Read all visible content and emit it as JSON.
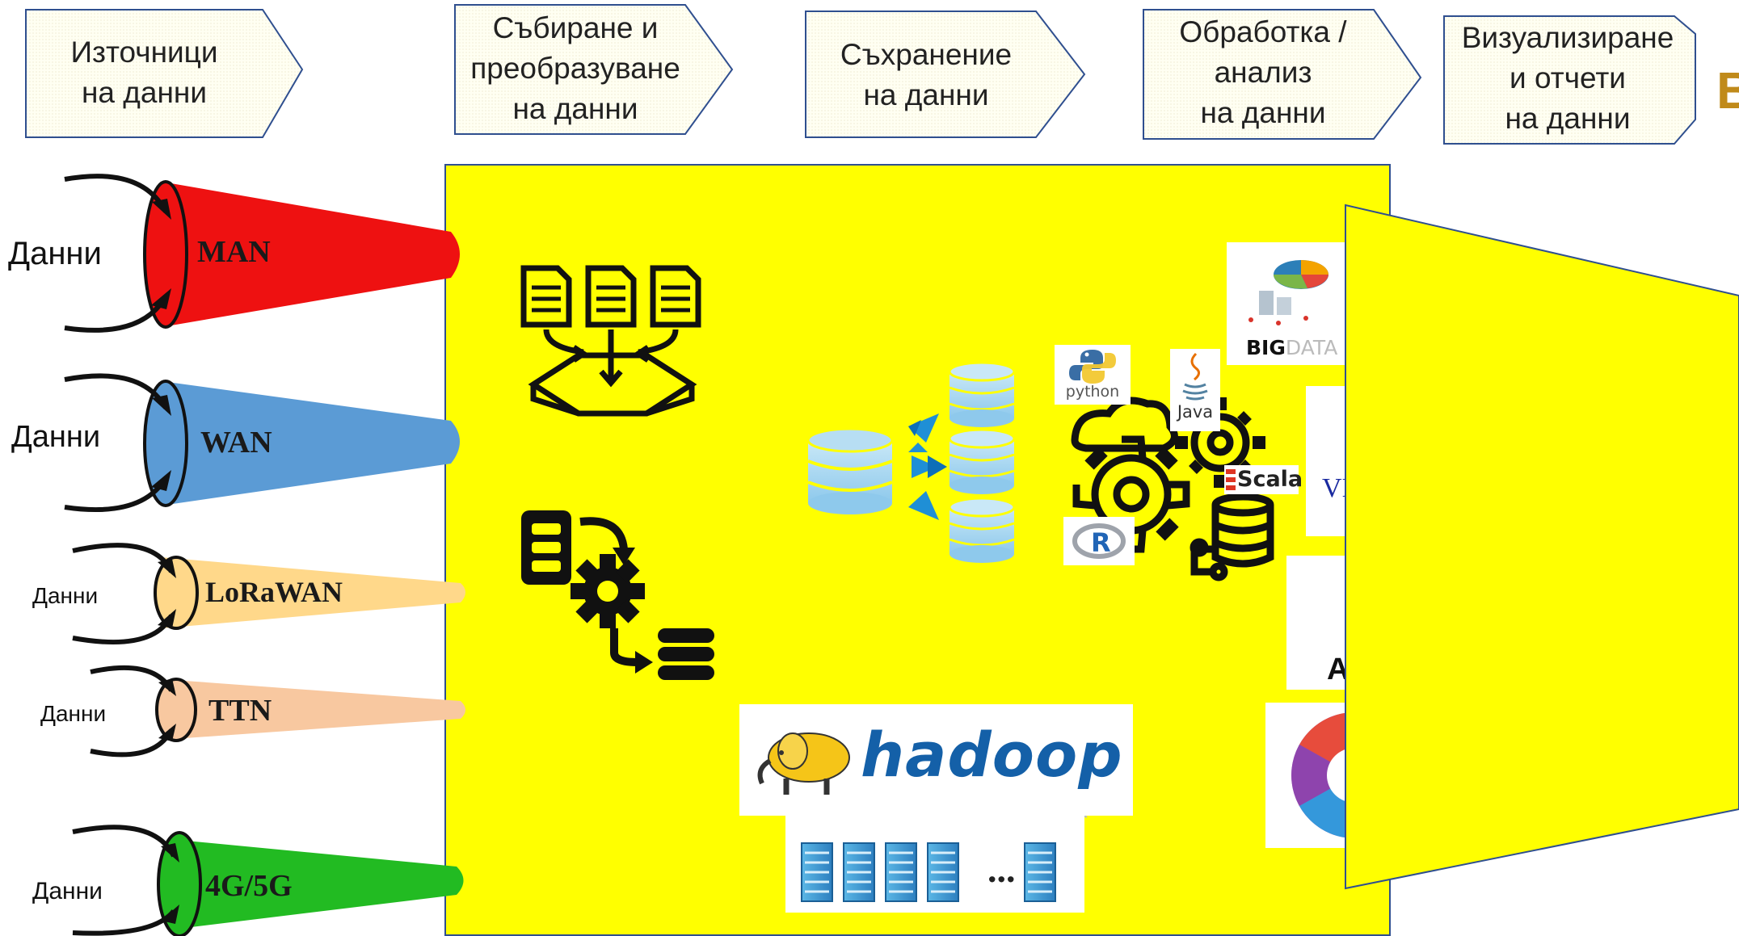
{
  "stages": [
    {
      "line1": "Източници",
      "line2": "на данни",
      "line3": ""
    },
    {
      "line1": "Събиране и",
      "line2": "преобразуване",
      "line3": "на данни"
    },
    {
      "line1": "Съхранение",
      "line2": "на данни",
      "line3": ""
    },
    {
      "line1": "Обработка /",
      "line2": "анализ",
      "line3": "на данни"
    },
    {
      "line1": "Визуализиране",
      "line2": "и отчети",
      "line3": "на данни"
    }
  ],
  "corner_letter": "В",
  "sources": [
    {
      "label": "Данни",
      "network": "MAN",
      "color": "#ee1111"
    },
    {
      "label": "Данни",
      "network": "WAN",
      "color": "#5b9bd5"
    },
    {
      "label": "Данни",
      "network": "LoRaWAN",
      "color": "#ffd88a"
    },
    {
      "label": "Данни",
      "network": "TTN",
      "color": "#f8c8a0"
    },
    {
      "label": "Данни",
      "network": "4G/5G",
      "color": "#22bb22"
    }
  ],
  "languages": [
    "python",
    "Java",
    "Scala",
    "R"
  ],
  "hadoop": {
    "name": "hadoop",
    "ellipsis": "..."
  },
  "bigdata": {
    "strong": "BIG",
    "light": "DATA"
  },
  "partial_labels": {
    "vi": "VI",
    "a": "A"
  },
  "colors": {
    "panel": "#ffff00",
    "stage_fill": "#fffff0",
    "stage_border": "#2f4f8f"
  }
}
